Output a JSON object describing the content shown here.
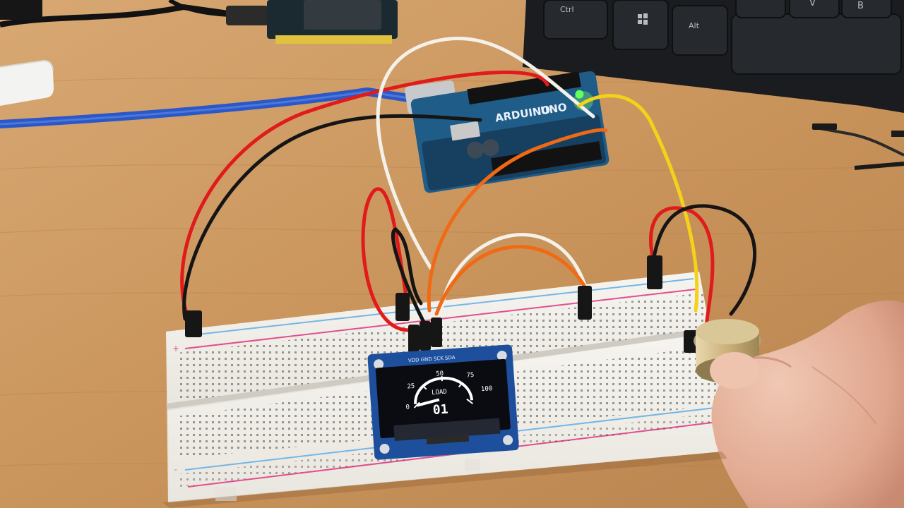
{
  "keyboard": {
    "keys": [
      "Ctrl",
      "",
      "Alt",
      "",
      "",
      "V",
      "B"
    ]
  },
  "arduino": {
    "brand": "ARDUINO",
    "model": "UNO"
  },
  "oled": {
    "pin_labels": "VDD GND SCK SDA",
    "gauge": {
      "ticks": [
        "0",
        "25",
        "50",
        "75",
        "100"
      ],
      "label": "LOAD",
      "value": "01"
    },
    "colors": {
      "screen": "#0b0b12",
      "pixels": "#ffffff",
      "pcb": "#1e4f9c"
    }
  },
  "breadboard": {
    "rail_signs": [
      "+",
      "-"
    ]
  },
  "colors": {
    "desk": "#c8935a",
    "wire_red": "#e11b1b",
    "wire_black": "#151515",
    "wire_white": "#f4f1ea",
    "wire_orange": "#f06a16",
    "wire_yellow": "#f4d21a",
    "usb_cable": "#2b58c8"
  }
}
